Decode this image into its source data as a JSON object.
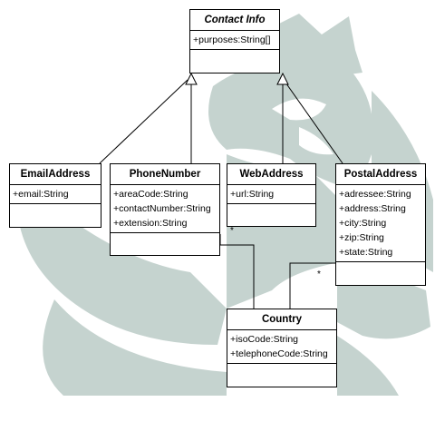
{
  "classes": {
    "contact_info": {
      "name": "Contact Info",
      "attributes": [
        "+purposes:String[]"
      ]
    },
    "email_address": {
      "name": "EmailAddress",
      "attributes": [
        "+email:String"
      ]
    },
    "phone_number": {
      "name": "PhoneNumber",
      "attributes": [
        "+areaCode:String",
        "+contactNumber:String",
        "+extension:String"
      ]
    },
    "web_address": {
      "name": "WebAddress",
      "attributes": [
        "+url:String"
      ]
    },
    "postal_address": {
      "name": "PostalAddress",
      "attributes": [
        "+adressee:String",
        "+address:String",
        "+city:String",
        "+zip:String",
        "+state:String"
      ]
    },
    "country": {
      "name": "Country",
      "attributes": [
        "+isoCode:String",
        "+telephoneCode:String"
      ]
    }
  },
  "multiplicities": {
    "phone_country": "*",
    "postal_country": "*"
  },
  "colors": {
    "watermark": "#c5d3cf",
    "line": "#000000",
    "box_fill": "#ffffff"
  }
}
